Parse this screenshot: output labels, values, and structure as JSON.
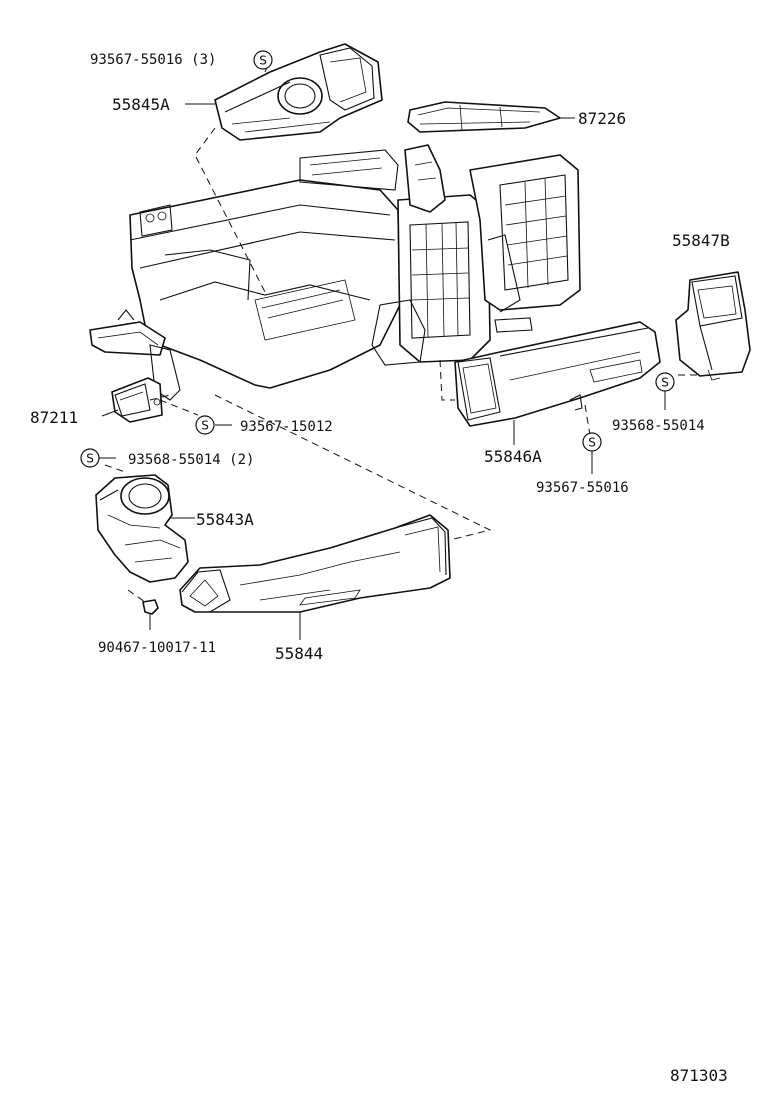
{
  "labels": {
    "p93567_55016_3": "93567-55016 (3)",
    "p55845A": "55845A",
    "p87226": "87226",
    "p55847B": "55847B",
    "p87211": "87211",
    "p93567_15012": "93567-15012",
    "p93568_55014_r": "93568-55014",
    "p55846A": "55846A",
    "p93567_55016": "93567-55016",
    "p93568_55014_2": "93568-55014 (2)",
    "p55843A": "55843A",
    "p90467_10017_11": "90467-10017-11",
    "p55844": "55844"
  },
  "screw_symbol": "S",
  "figure_code": "871303"
}
